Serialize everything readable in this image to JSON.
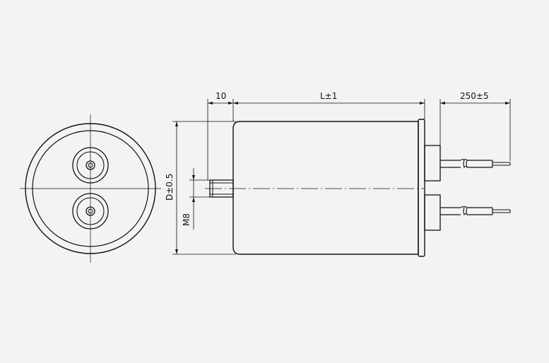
{
  "colors": {
    "background": "#f3f3f3",
    "line": "#111111"
  },
  "labels": {
    "stud_length": "10",
    "body_length": "L±1",
    "lead_length": "250±5",
    "diameter": "D±0.5",
    "thread": "M8"
  }
}
